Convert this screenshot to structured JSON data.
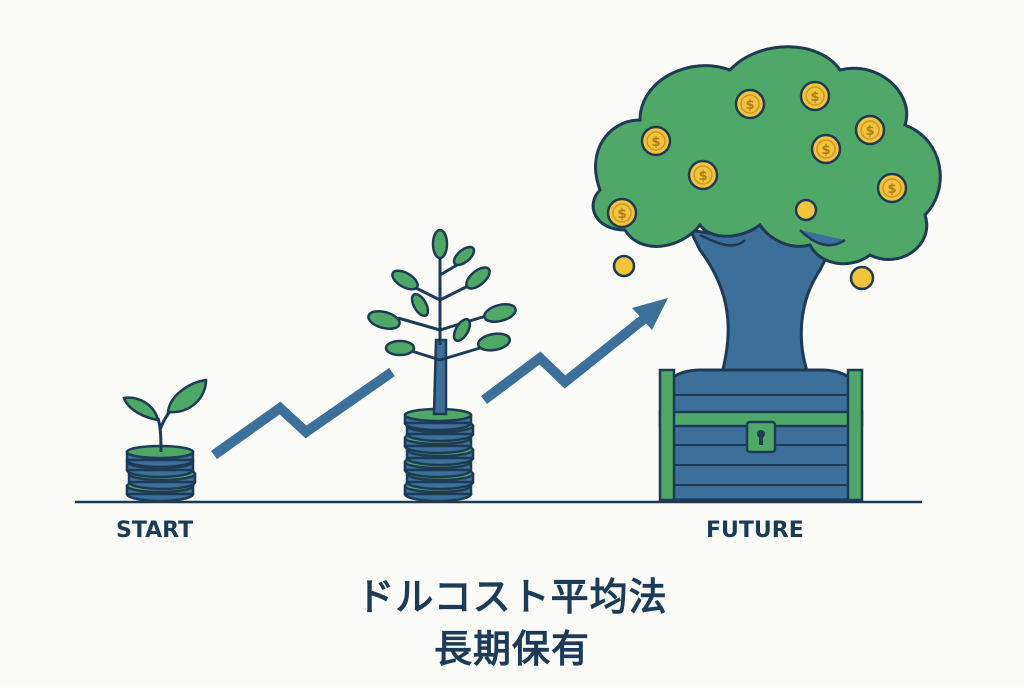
{
  "labels": {
    "start": "START",
    "future": "FUTURE"
  },
  "title": {
    "line1": "ドルコスト平均法",
    "line2": "長期保有"
  },
  "colors": {
    "blue": "#3c6f9a",
    "green": "#4fa867",
    "navy": "#1d3b55",
    "gold": "#f3c43a",
    "background": "#fbfbf8"
  },
  "icons": [
    "sprout-icon",
    "coin-stack-icon",
    "growth-arrow-icon",
    "sapling-icon",
    "money-tree-icon",
    "treasure-chest-icon"
  ]
}
